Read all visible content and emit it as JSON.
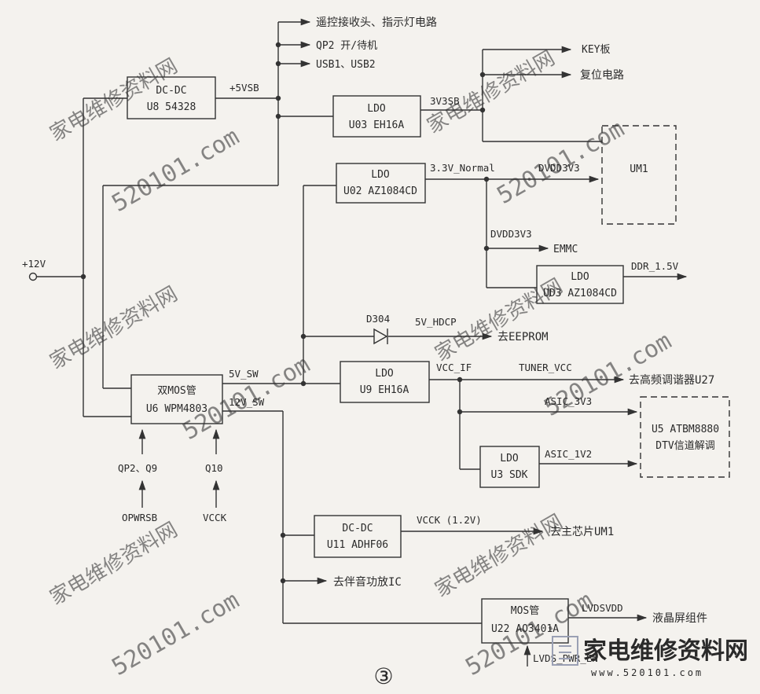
{
  "blocks": {
    "dcdc_u8": {
      "line1": "DC-DC",
      "line2": "U8 54328"
    },
    "ldo_u03": {
      "line1": "LDO",
      "line2": "U03 EH16A"
    },
    "ldo_u02": {
      "line1": "LDO",
      "line2": "U02 AZ1084CD"
    },
    "ldo_ud3": {
      "line1": "LDO",
      "line2": "UD3 AZ1084CD"
    },
    "mos_u6": {
      "line1": "双MOS管",
      "line2": "U6 WPM4803"
    },
    "ldo_u9": {
      "line1": "LDO",
      "line2": "U9 EH16A"
    },
    "ldo_u3": {
      "line1": "LDO",
      "line2": "U3 SDK"
    },
    "dcdc_u11": {
      "line1": "DC-DC",
      "line2": "U11 ADHF06"
    },
    "mos_u22": {
      "line1": "MOS管",
      "line2": "U22 AO3401A"
    },
    "um1": {
      "line1": "UM1"
    },
    "u5": {
      "line1": "U5 ATBM8880",
      "line2": "DTV信道解调"
    }
  },
  "labels": {
    "input_12v": "+12V",
    "v5vsb": "+5VSB",
    "v3v3sb": "3V3SB",
    "v33normal": "3.3V_Normal",
    "dvdd3v3_a": "DVDD3V3",
    "dvdd3v3_b": "DVDD3V3",
    "ddr15v": "DDR_1.5V",
    "d304": "D304",
    "v5hdcp": "5V_HDCP",
    "v5sw": "5V_SW",
    "v12sw": "12V_SW",
    "vccif": "VCC_IF",
    "tunervcc": "TUNER_VCC",
    "asic3v3": "ASIC_3V3",
    "asic1v2": "ASIC_1V2",
    "vcck12": "VCCK (1.2V)",
    "lvdsvdd": "LVDSVDD",
    "qp2q9": "QP2、Q9",
    "q10": "Q10",
    "opwrsb": "OPWRSB",
    "vcck": "VCCK",
    "lvdspwren": "LVDS_PWR_EN",
    "figure_number": "③"
  },
  "destinations": {
    "remote_led": "遥控接收头、指示灯电路",
    "qp2_standby": "QP2 开/待机",
    "usb": "USB1、USB2",
    "key_board": "KEY板",
    "reset": "复位电路",
    "emmc": "EMMC",
    "eeprom": "去EEPROM",
    "tuner": "去高频调谐器U27",
    "main_chip": "去主芯片UM1",
    "audio_amp": "去伴音功放IC",
    "lcd": "液晶屏组件"
  },
  "watermark": {
    "text1": "家电维修资料网",
    "text2": "520101.com",
    "brand_main": "家电维修资料网",
    "brand_url": "www.520101.com"
  }
}
